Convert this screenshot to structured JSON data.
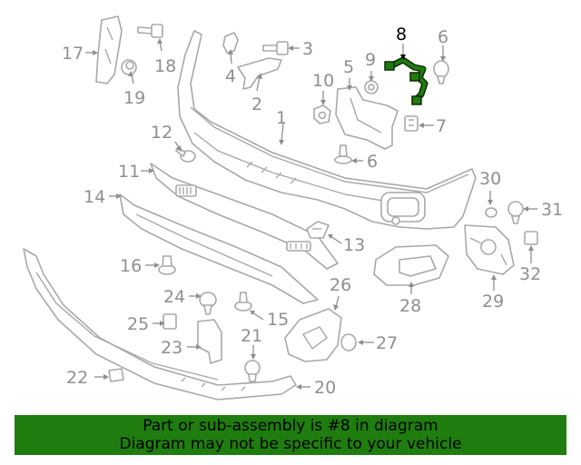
{
  "callouts": {
    "c1": "1",
    "c2": "2",
    "c3": "3",
    "c4": "4",
    "c5": "5",
    "c6a": "6",
    "c6b": "6",
    "c7": "7",
    "c8": "8",
    "c9": "9",
    "c10": "10",
    "c11": "11",
    "c12": "12",
    "c13": "13",
    "c14": "14",
    "c15": "15",
    "c16": "16",
    "c17": "17",
    "c18": "18",
    "c19": "19",
    "c20": "20",
    "c21": "21",
    "c22": "22",
    "c23": "23",
    "c24": "24",
    "c25": "25",
    "c26": "26",
    "c27": "27",
    "c28": "28",
    "c29": "29",
    "c30": "30",
    "c31": "31",
    "c32": "32"
  },
  "highlight": {
    "part": "8",
    "color": "#1f7d0f"
  },
  "banner": {
    "line1": "Part or sub-assembly is #8 in diagram",
    "line2": "Diagram may not be specific to your vehicle",
    "color": "#1f7d0f"
  }
}
